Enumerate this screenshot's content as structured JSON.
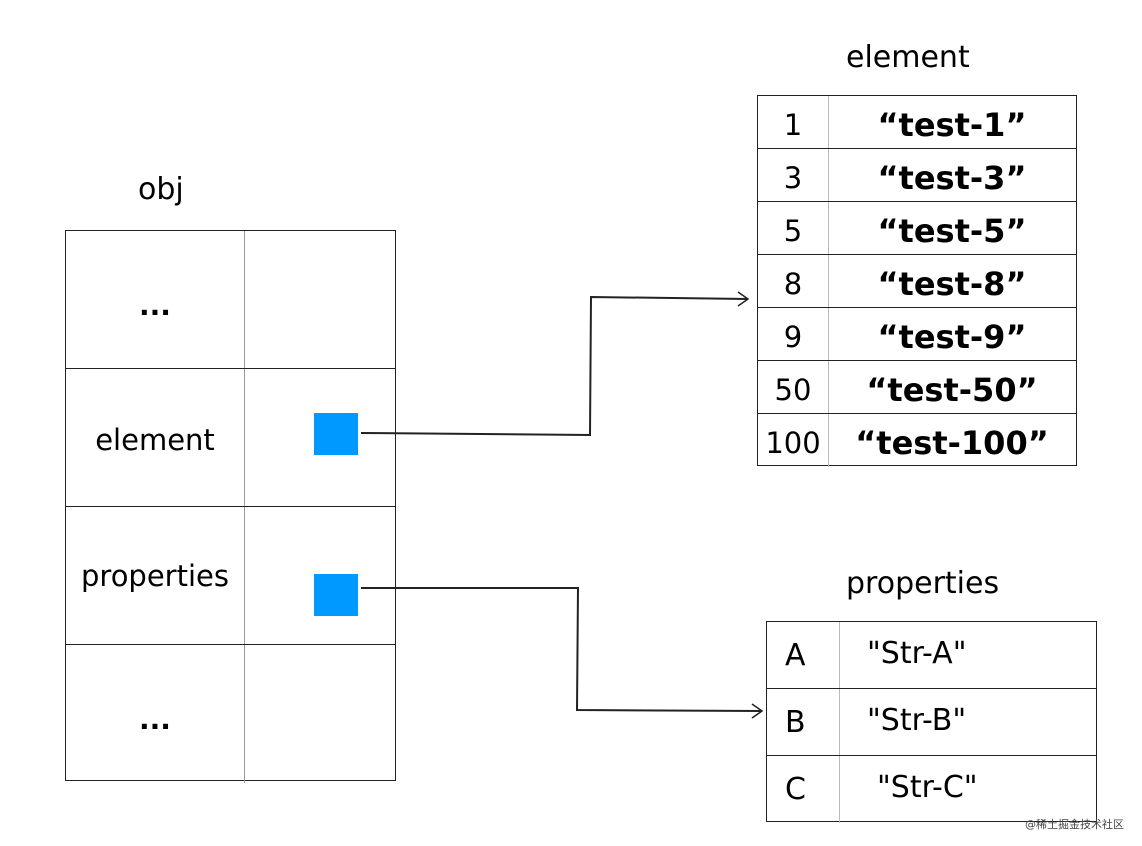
{
  "obj": {
    "title": "obj",
    "rows": [
      {
        "label": "...",
        "has_pointer": false
      },
      {
        "label": "element",
        "has_pointer": true
      },
      {
        "label": "properties",
        "has_pointer": true
      },
      {
        "label": "...",
        "has_pointer": false
      }
    ]
  },
  "element": {
    "title": "element",
    "rows": [
      {
        "key": "1",
        "value": "“test-1”"
      },
      {
        "key": "3",
        "value": "“test-3”"
      },
      {
        "key": "5",
        "value": "“test-5”"
      },
      {
        "key": "8",
        "value": "“test-8”"
      },
      {
        "key": "9",
        "value": "“test-9”"
      },
      {
        "key": "50",
        "value": "“test-50”"
      },
      {
        "key": "100",
        "value": "“test-100”"
      }
    ]
  },
  "properties": {
    "title": "properties",
    "rows": [
      {
        "key": "A",
        "value": "\"Str-A\""
      },
      {
        "key": "B",
        "value": "\"Str-B\""
      },
      {
        "key": "C",
        "value": "\"Str-C\""
      }
    ]
  },
  "colors": {
    "pointer": "#0099ff",
    "line": "#222222"
  },
  "watermark": "@稀土掘金技术社区"
}
